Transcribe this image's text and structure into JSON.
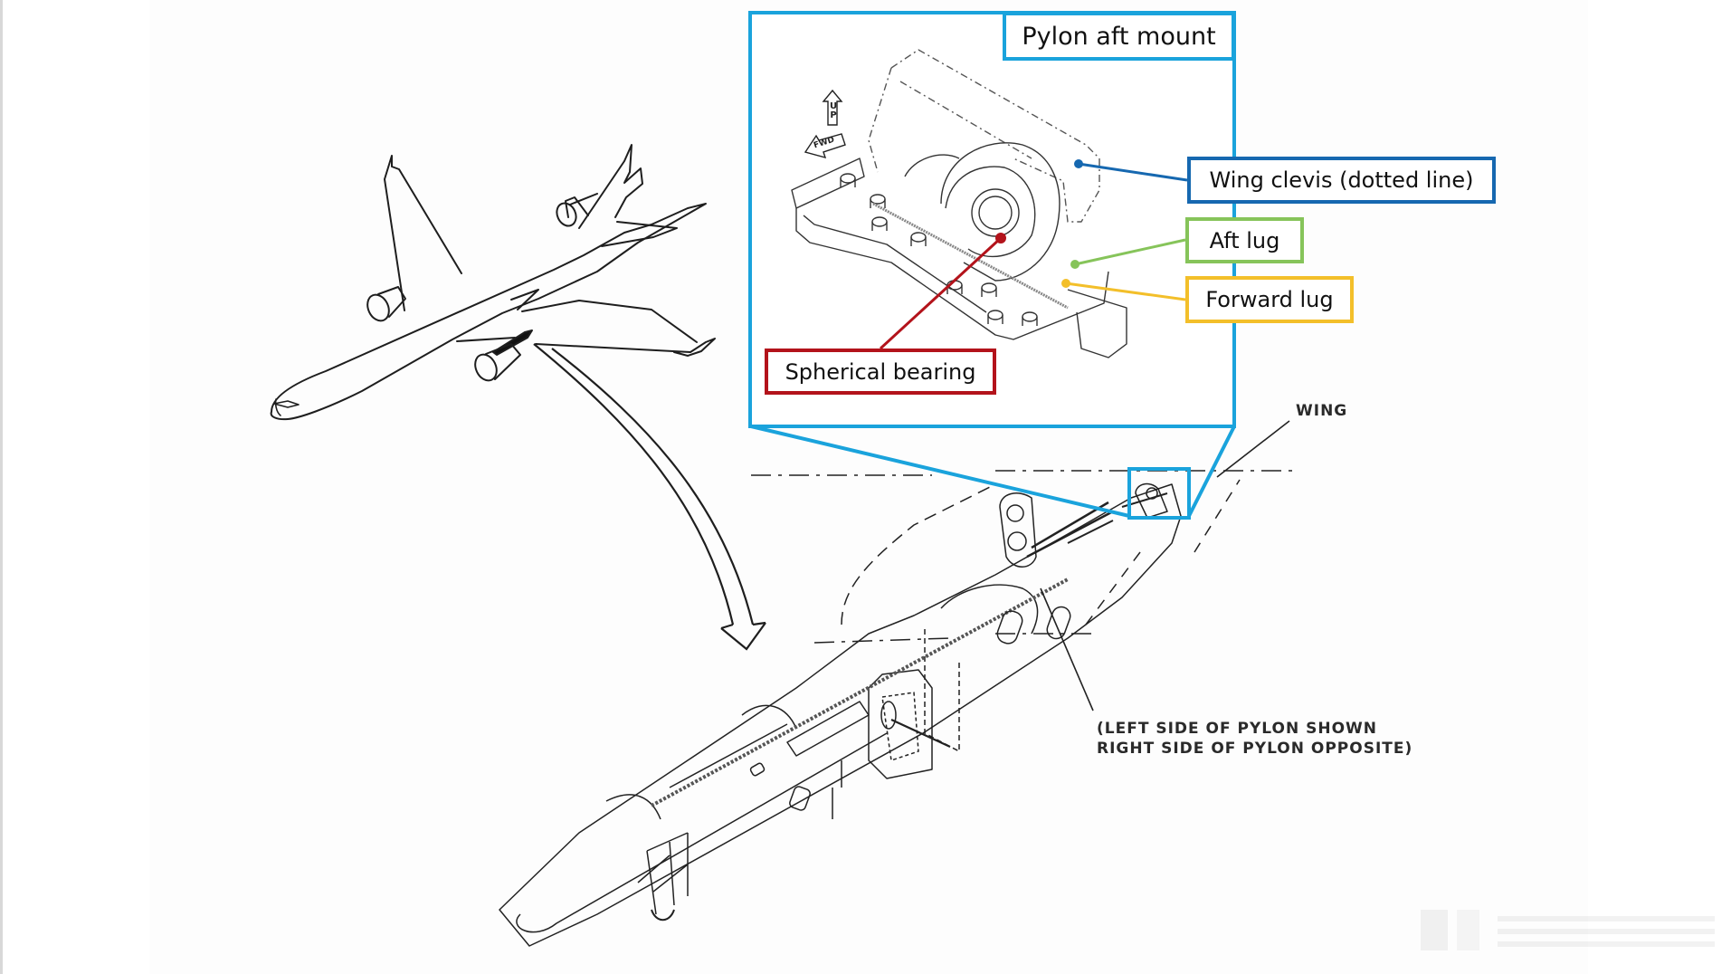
{
  "diagram": {
    "inset": {
      "title": "Pylon aft mount",
      "frame_color": "#1aa3dc",
      "direction_markers": {
        "up": "UP",
        "forward": "FWD"
      }
    },
    "callouts": [
      {
        "id": "wing-clevis",
        "label": "Wing clevis (dotted line)",
        "color": "#1668b0"
      },
      {
        "id": "aft-lug",
        "label": "Aft lug",
        "color": "#86c45a"
      },
      {
        "id": "forward-lug",
        "label": "Forward lug",
        "color": "#f3bf2a"
      },
      {
        "id": "spherical-bearing",
        "label": "Spherical bearing",
        "color": "#b3131b"
      }
    ],
    "drawing_labels": {
      "wing": "WING",
      "pylon_note_line1": "(LEFT SIDE OF PYLON SHOWN",
      "pylon_note_line2": "RIGHT SIDE OF PYLON OPPOSITE)"
    },
    "figures": [
      "aircraft-overview",
      "pylon-assembly",
      "aft-mount-detail"
    ]
  }
}
